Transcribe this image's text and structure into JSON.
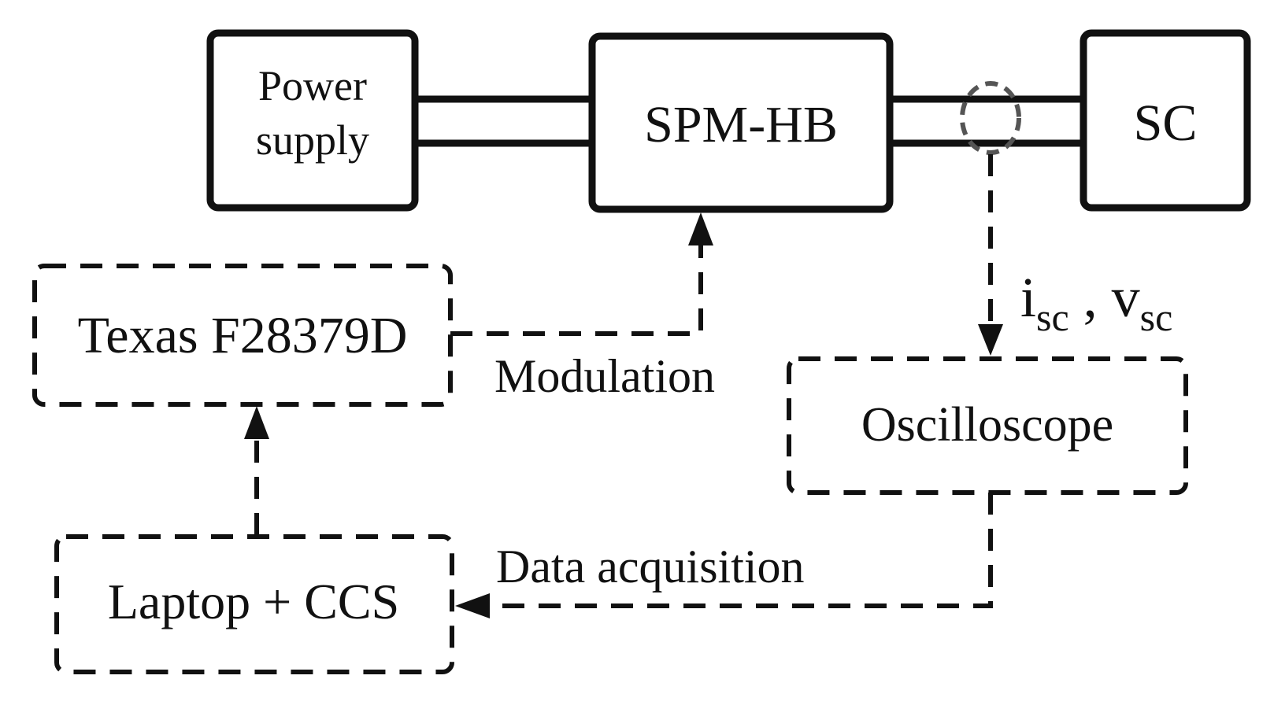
{
  "blocks": {
    "power_supply": {
      "line1": "Power",
      "line2": "supply"
    },
    "spm_hb": {
      "label": "SPM-HB"
    },
    "sc": {
      "label": "SC"
    },
    "texas": {
      "label": "Texas F28379D"
    },
    "oscilloscope": {
      "label": "Oscilloscope"
    },
    "laptop": {
      "label": "Laptop + CCS"
    }
  },
  "signals": {
    "modulation": "Modulation",
    "data_acquisition": "Data acquisition",
    "measurement": {
      "current_symbol": "i",
      "current_sub": "sc",
      "separator": " , ",
      "voltage_symbol": "v",
      "voltage_sub": "sc"
    }
  },
  "colors": {
    "stroke": "#111111",
    "probe": "#555555",
    "background": "#ffffff"
  }
}
